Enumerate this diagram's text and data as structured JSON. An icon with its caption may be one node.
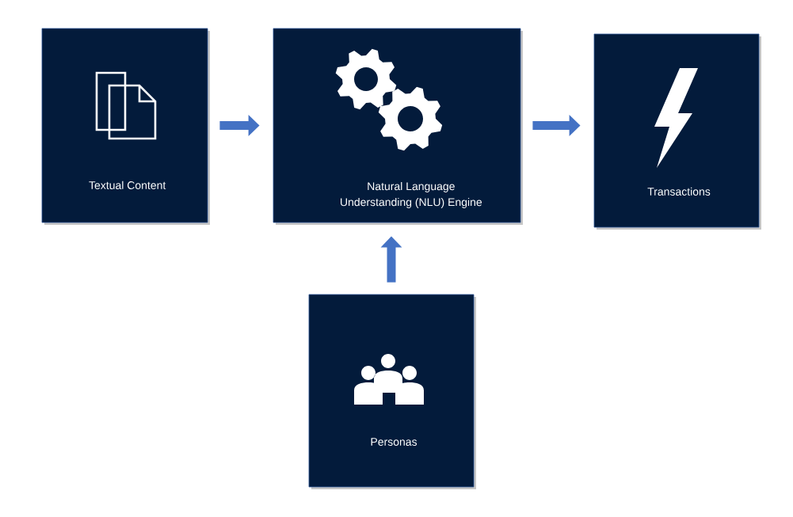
{
  "diagram": {
    "nodes": [
      {
        "text": [
          "Textual Content"
        ]
      },
      {
        "text": [
          "Natural Language Understanding (NLU) Engine"
        ]
      },
      {
        "text": [
          "Transactions"
        ]
      },
      {
        "text": [
          "Personas"
        ]
      }
    ],
    "edges": [
      {
        "from": 0,
        "to": 1,
        "arrow": "to"
      },
      {
        "from": 1,
        "to": 2,
        "arrow": "to"
      },
      {
        "from": 3,
        "to": 1,
        "arrow": "to"
      }
    ]
  }
}
